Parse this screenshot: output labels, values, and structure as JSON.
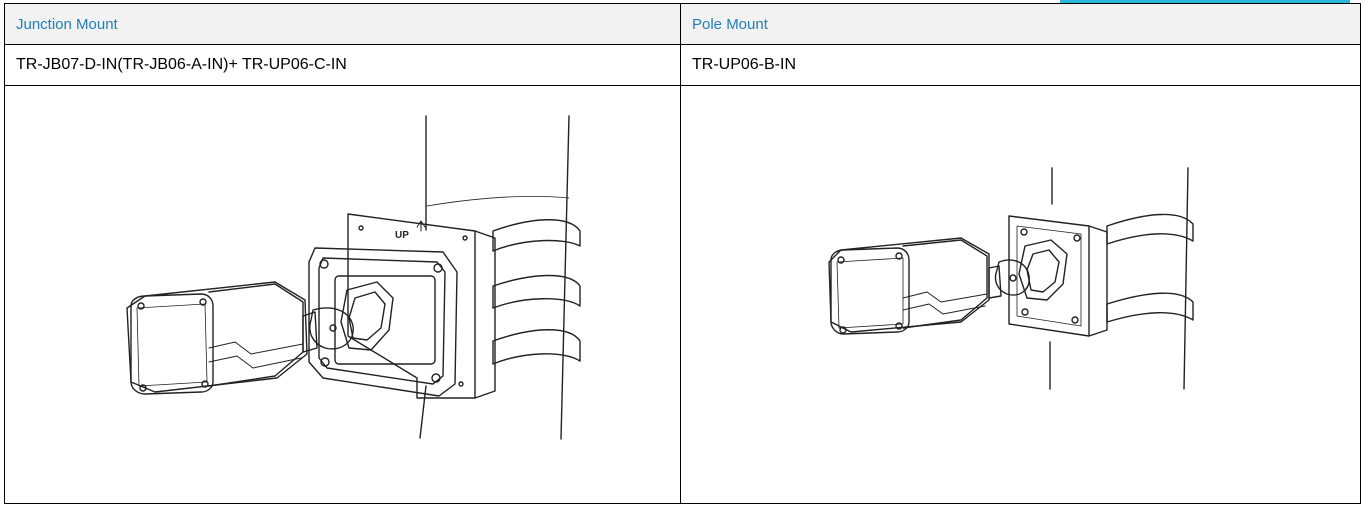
{
  "headers": [
    "Junction Mount",
    "Pole Mount"
  ],
  "models": [
    "TR-JB07-D-IN(TR-JB06-A-IN)+ TR-UP06-C-IN",
    "TR-UP06-B-IN"
  ],
  "illustrations": [
    "camera-junction-box-pole-mount-drawing",
    "camera-pole-mount-drawing"
  ],
  "up_label": "UP",
  "colors": {
    "header_text": "#1f7fb6",
    "header_bg": "#f2f2f2",
    "border": "#000000",
    "accent": "#29b6d8"
  }
}
